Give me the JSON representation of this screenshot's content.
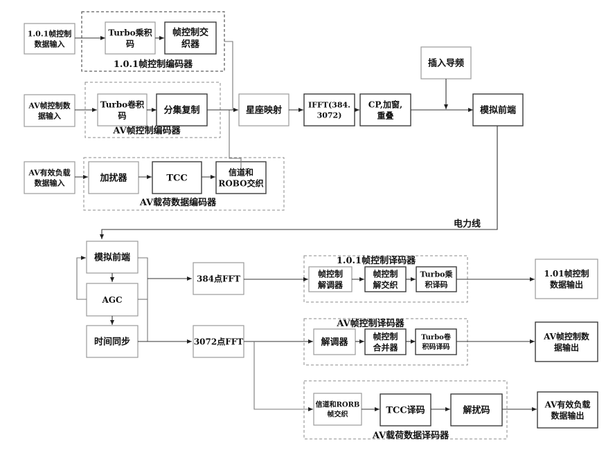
{
  "diagram": {
    "transmitter": {
      "groups": {
        "fc101_encoder": "1.0.1帧控制编码器",
        "av_fc_encoder": "AV帧控制编码器",
        "av_payload_encoder": "AV载荷数据编码器"
      },
      "blocks": {
        "fc101_input": [
          "1.0.1帧控制",
          "数据输入"
        ],
        "turbo_product_code": [
          "Turbo乘积",
          "码"
        ],
        "fc_interleaver": [
          "帧控制交",
          "织器"
        ],
        "av_fc_input": [
          "AV帧控制数",
          "据输入"
        ],
        "turbo_conv_code": [
          "Turbo卷积",
          "码"
        ],
        "diversity_copy": [
          "分集复制"
        ],
        "av_payload_input": [
          "AV有效负载",
          "数据输入"
        ],
        "scrambler": [
          "加扰器"
        ],
        "tcc": [
          "TCC"
        ],
        "channel_robo_interleave": [
          "信道和",
          "ROBO交织"
        ],
        "constellation_mapping": [
          "星座映射"
        ],
        "ifft": [
          "IFFT(384.",
          "3072)"
        ],
        "cp_window_overlap": [
          "CP,加窗,",
          "重叠"
        ],
        "insert_pilot": [
          "插入导频"
        ],
        "afe_tx": [
          "模拟前端"
        ]
      }
    },
    "channel_label": "电力线",
    "receiver": {
      "groups": {
        "fc101_decoder": "1.0.1帧控制译码器",
        "av_fc_decoder": "AV帧控制译码器",
        "av_payload_decoder": "AV载荷数据译码器"
      },
      "blocks": {
        "afe_rx": [
          "模拟前端"
        ],
        "agc": [
          "AGC"
        ],
        "time_sync": [
          "时间同步"
        ],
        "fft384": [
          "384点FFT"
        ],
        "fft3072": [
          "3072点FFT"
        ],
        "fc_demodulator": [
          "帧控制",
          "解调器"
        ],
        "fc_deinterleave": [
          "帧控制",
          "解交织"
        ],
        "turbo_product_decode": [
          "Turbo乘",
          "积译码"
        ],
        "fc101_output": [
          "1.01帧控制",
          "数据输出"
        ],
        "demodulator": [
          "解调器"
        ],
        "fc_combiner": [
          "帧控制",
          "合并器"
        ],
        "turbo_conv_decode": [
          "Turbo卷",
          "积码译码"
        ],
        "av_fc_output": [
          "AV帧控制数",
          "据输出"
        ],
        "channel_rorb_deinterleave": [
          "信道和RORB",
          "帧交织"
        ],
        "tcc_decode": [
          "TCC译码"
        ],
        "descrambler": [
          "解扰码"
        ],
        "av_payload_output": [
          "AV有效负载",
          "数据输出"
        ]
      }
    }
  }
}
